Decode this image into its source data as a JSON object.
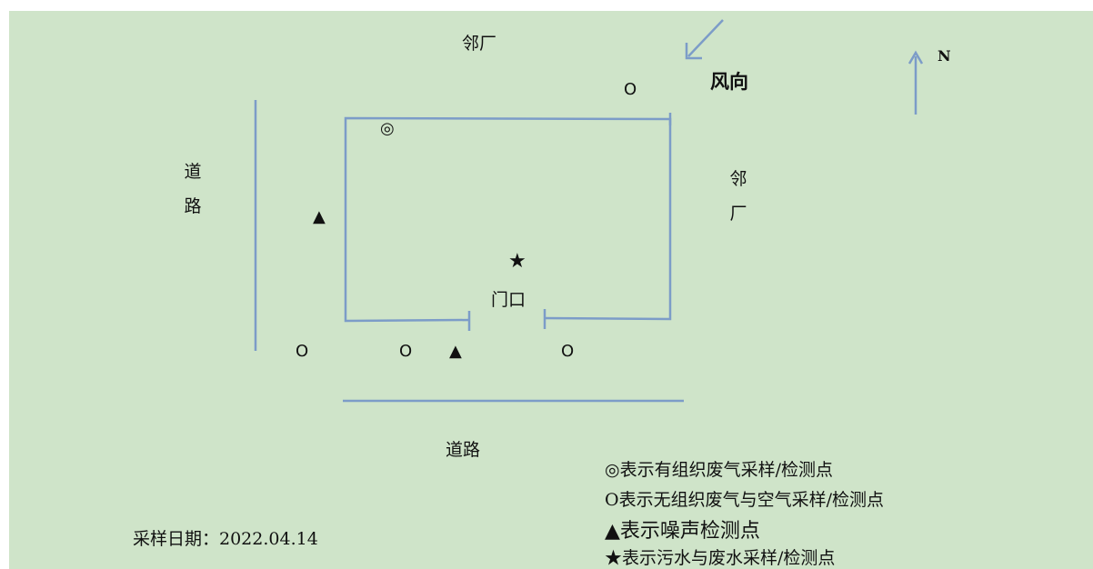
{
  "labels": {
    "north_neighbor": "邻厂",
    "east_neighbor_1": "邻",
    "east_neighbor_2": "厂",
    "west_road_1": "道",
    "west_road_2": "路",
    "south_road": "道路",
    "gate": "门口",
    "wind": "风向",
    "north": "N"
  },
  "markers": {
    "organized_symbol": "◎",
    "unorganized_symbol": "O",
    "noise_symbol": "▲",
    "water_symbol": "★"
  },
  "legend": [
    "◎表示有组织废气采样/检测点",
    "O表示无组织废气与空气采样/检测点",
    "▲表示噪声检测点",
    "★表示污水与废水采样/检测点"
  ],
  "sampling_date": "采样日期：2022.04.14",
  "colors": {
    "background": "#cfe4c9",
    "boundary_line": "#7c9cc8",
    "arrow": "#7c9cc8"
  }
}
